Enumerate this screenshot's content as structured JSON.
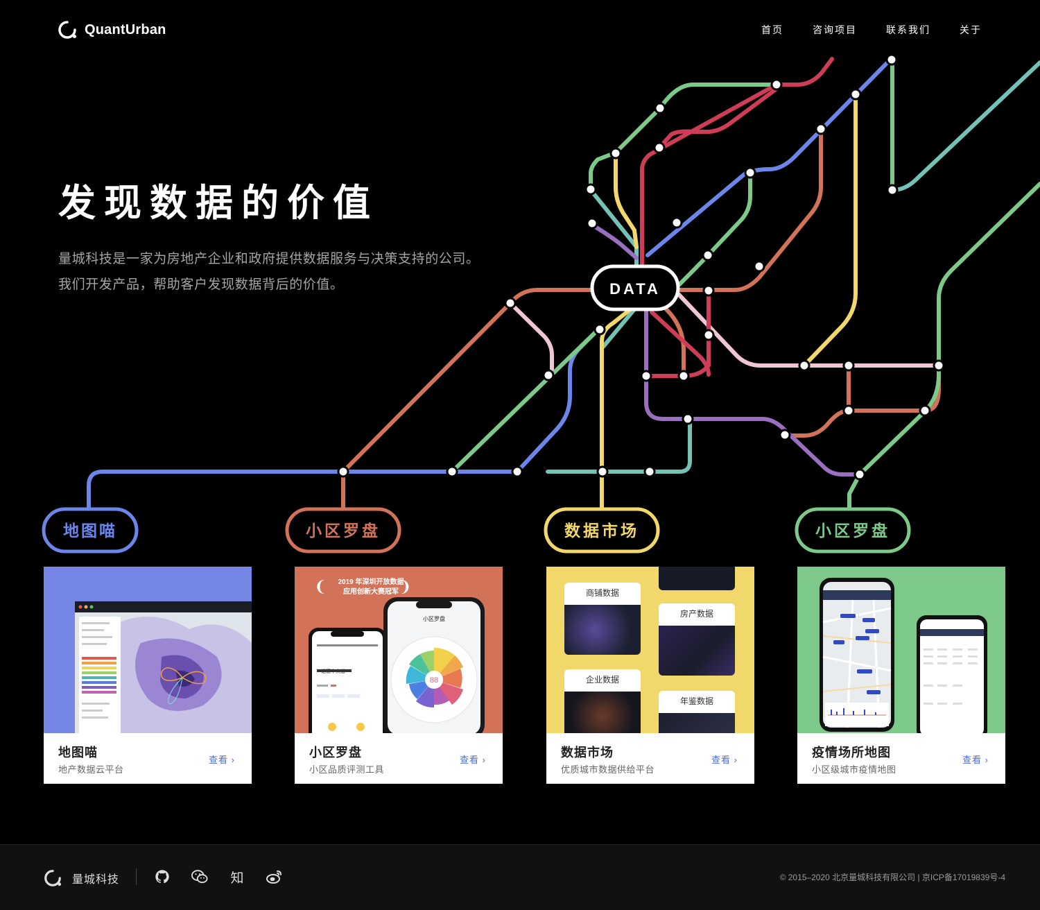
{
  "brand": {
    "name": "QuantUrban",
    "name_cn": "量城科技"
  },
  "nav": {
    "items": [
      "首页",
      "咨询项目",
      "联系我们",
      "关于"
    ]
  },
  "hero": {
    "title": "发现数据的价值",
    "line1": "量城科技是一家为房地产企业和政府提供数据服务与决策支持的公司。",
    "line2": "我们开发产品，帮助客户发现数据背后的价值。"
  },
  "metro": {
    "center_label": "DATA",
    "colors": {
      "blue": "#6b86e8",
      "orange": "#d27359",
      "green": "#7cc98a",
      "yellow": "#f2d86b",
      "red": "#cf3c55",
      "purple": "#9a6fbf",
      "pink": "#f0c6d3",
      "teal": "#74c1b6"
    },
    "pills": [
      "地图喵",
      "小区罗盘",
      "数据市场",
      "小区罗盘"
    ]
  },
  "cards": [
    {
      "title": "地图喵",
      "subtitle": "地产数据云平台",
      "link": "查看 ›",
      "bg": "#7686e4"
    },
    {
      "title": "小区罗盘",
      "subtitle": "小区品质评测工具",
      "link": "查看 ›",
      "bg": "#d27359",
      "banner": "2019 年深圳开放数据\n应用创新大赛冠军",
      "phone_title": "小区罗盘",
      "score": "88",
      "place": "诺德中央道"
    },
    {
      "title": "数据市场",
      "subtitle": "优质城市数据供给平台",
      "link": "查看 ›",
      "bg": "#f2d86b",
      "tiles": [
        "商铺数据",
        "房产数据",
        "企业数据",
        "年鉴数据"
      ]
    },
    {
      "title": "疫情场所地图",
      "subtitle": "小区级城市疫情地图",
      "link": "查看 ›",
      "bg": "#7cc98a"
    }
  ],
  "footer": {
    "brand": "量城科技",
    "zhihu": "知",
    "copyright": "© 2015–2020 北京量城科技有限公司 | 京ICP备17019839号-4"
  }
}
